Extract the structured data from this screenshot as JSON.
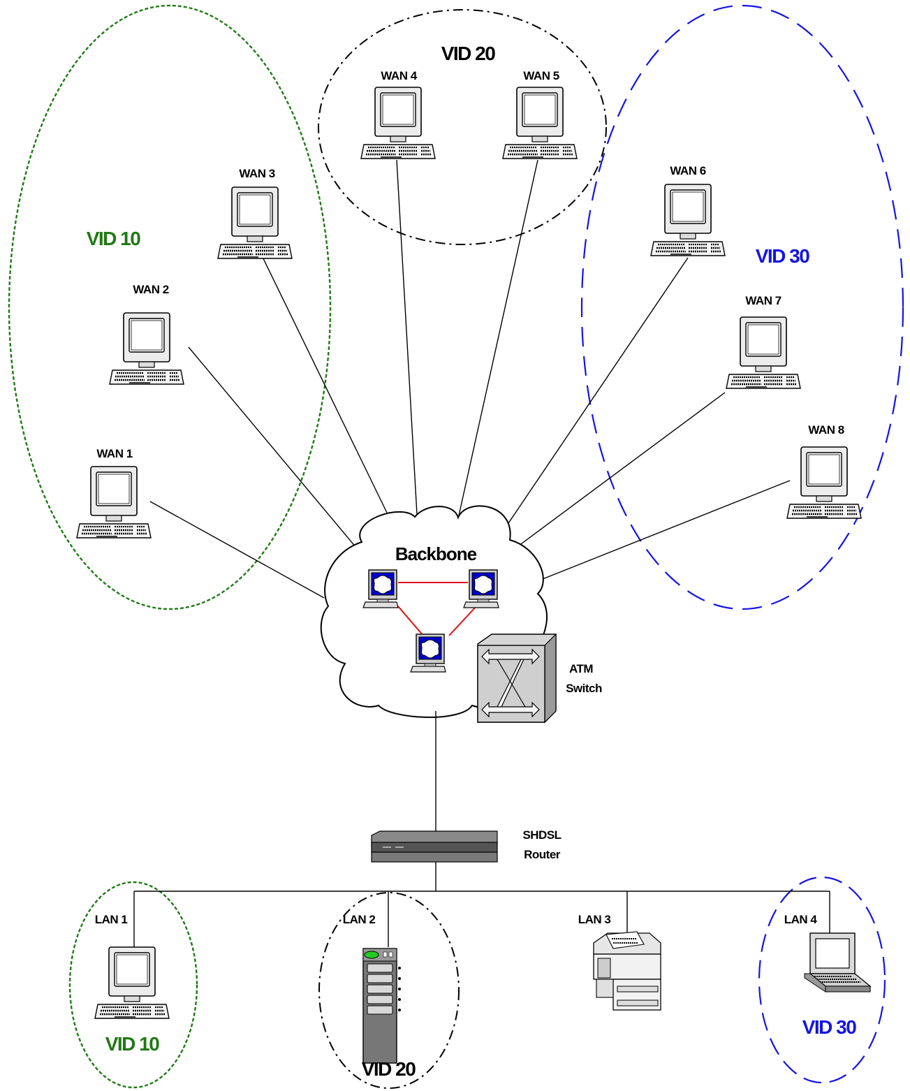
{
  "wan_nodes": [
    {
      "label": "WAN 1"
    },
    {
      "label": "WAN 2"
    },
    {
      "label": "WAN 3"
    },
    {
      "label": "WAN 4"
    },
    {
      "label": "WAN 5"
    },
    {
      "label": "WAN 6"
    },
    {
      "label": "WAN 7"
    },
    {
      "label": "WAN 8"
    }
  ],
  "lan_nodes": [
    {
      "label": "LAN 1"
    },
    {
      "label": "LAN 2"
    },
    {
      "label": "LAN 3"
    },
    {
      "label": "LAN 4"
    }
  ],
  "backbone": {
    "label": "Backbone"
  },
  "atm_switch": {
    "line1": "ATM",
    "line2": "Switch"
  },
  "router": {
    "line1": "SHDSL",
    "line2": "Router"
  },
  "vlans": {
    "wan_vid10": "VID 10",
    "wan_vid20": "VID 20",
    "wan_vid30": "VID 30",
    "lan_vid10": "VID 10",
    "lan_vid20": "VID 20",
    "lan_vid30": "VID 30"
  },
  "colors": {
    "vid10": "#1f7a14",
    "vid20": "#000000",
    "vid30": "#1414e6",
    "backbone_links": "#e01010",
    "router_icon": "#0000cc"
  }
}
